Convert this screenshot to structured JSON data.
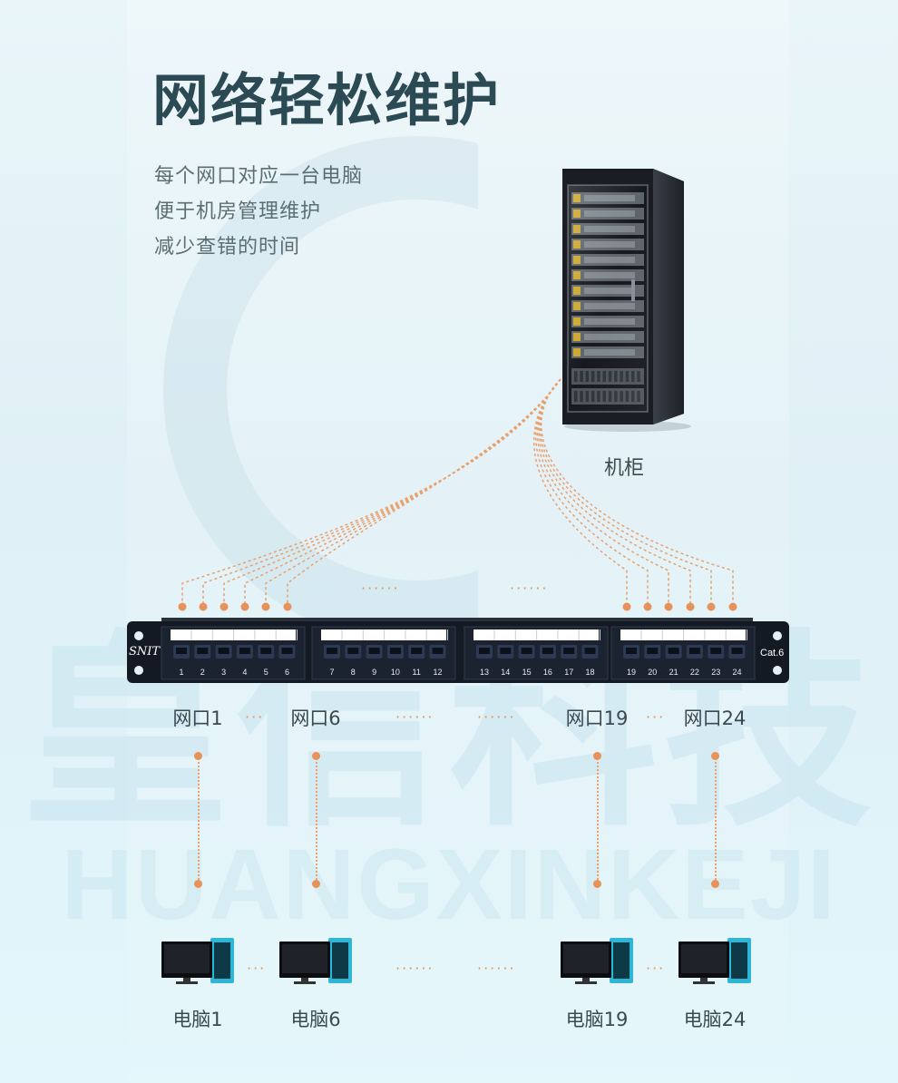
{
  "title": "网络轻松维护",
  "features": [
    "每个网口对应一台电脑",
    "便于机房管理维护",
    "减少查错的时间"
  ],
  "rack_label": "机柜",
  "watermark": {
    "cn": "皇信科技",
    "en": "HUANGXINKEJI"
  },
  "patch_panel": {
    "brand": "SNIT",
    "category": "Cat.6",
    "port_numbers": [
      "1",
      "2",
      "3",
      "4",
      "5",
      "6",
      "7",
      "8",
      "9",
      "10",
      "11",
      "12",
      "13",
      "14",
      "15",
      "16",
      "17",
      "18",
      "19",
      "20",
      "21",
      "22",
      "23",
      "24"
    ]
  },
  "ellipsis": "······",
  "ellipsis_short": "···",
  "ports": [
    {
      "label": "网口1"
    },
    {
      "label": "网口6"
    },
    {
      "label": "网口19"
    },
    {
      "label": "网口24"
    }
  ],
  "computers": [
    {
      "label": "电脑1"
    },
    {
      "label": "电脑6"
    },
    {
      "label": "电脑19"
    },
    {
      "label": "电脑24"
    }
  ],
  "colors": {
    "accent": "#e8925a",
    "title": "#2c4a53",
    "panel": "#141a24"
  }
}
